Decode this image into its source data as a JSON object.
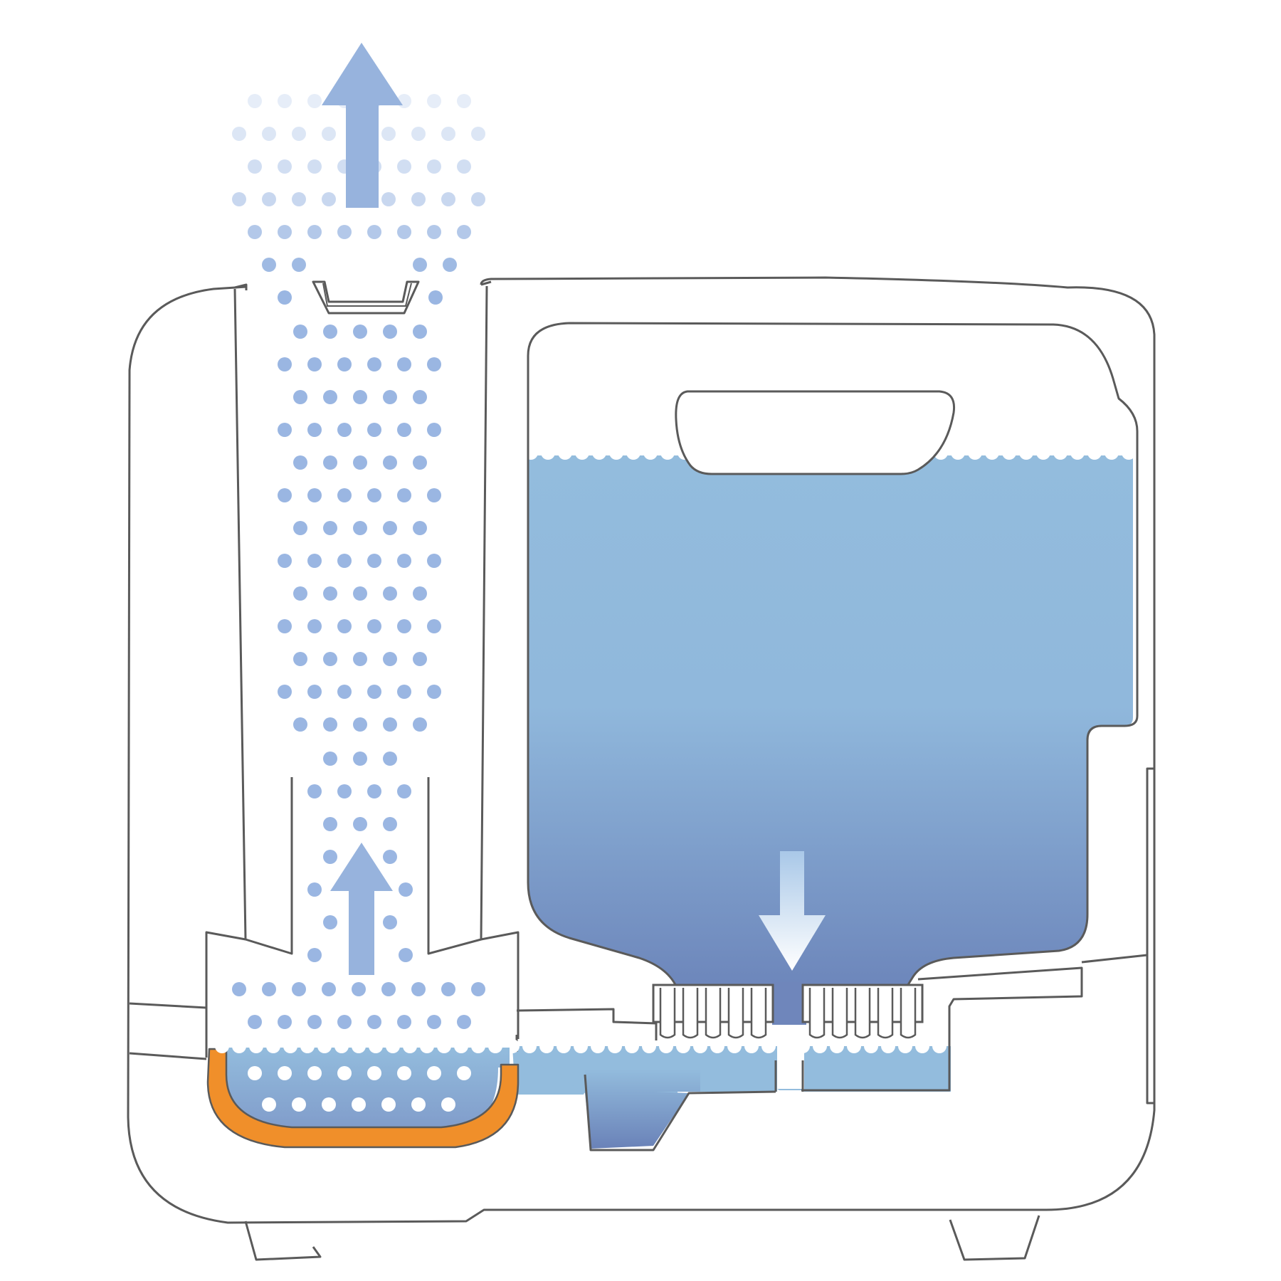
{
  "diagram": {
    "subject": "humidifier-cross-section",
    "colors": {
      "background": "#ffffff",
      "outline": "#5a5a5a",
      "water_top": "#93bcdd",
      "water_bottom": "#6f89bd",
      "water_deep": "#6a82b8",
      "vapor_dot": "#9ab6e2",
      "vapor_dot_faint": "#d4e2f5",
      "arrow": "#97b3dd",
      "drip_arrow_top": "#a9c8e8",
      "drip_arrow_bottom": "#ffffff",
      "heater": "#f08f2a",
      "foam_dot": "#ffffff"
    },
    "icons": {
      "steam_arrow": "arrow-up-icon",
      "rising_arrow": "arrow-up-icon",
      "water_flow_arrow": "arrow-down-icon"
    },
    "parts": {
      "body": "humidifier-body",
      "tank": "water-tank",
      "handle": "tank-handle",
      "chimney": "steam-chimney",
      "boiling_chamber": "boiling-chamber",
      "heater": "heating-element",
      "valve": "tank-valve",
      "feet": "base-feet"
    }
  }
}
